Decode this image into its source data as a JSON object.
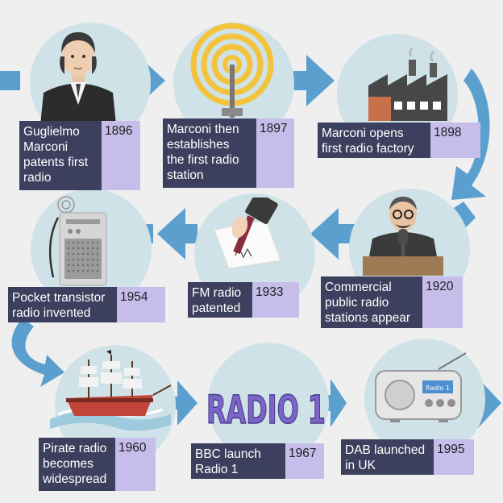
{
  "events": [
    {
      "year": "1896",
      "text": "Guglielmo\nMarconi\npatents first\nradio"
    },
    {
      "year": "1897",
      "text": "Marconi then\nestablishes\nthe first radio\nstation"
    },
    {
      "year": "1898",
      "text": "Marconi opens\nfirst radio factory"
    },
    {
      "year": "1920",
      "text": "Commercial\npublic radio\nstations appear"
    },
    {
      "year": "1933",
      "text": "FM radio\npatented"
    },
    {
      "year": "1954",
      "text": "Pocket transistor\nradio invented"
    },
    {
      "year": "1960",
      "text": "Pirate radio\nbecomes\nwidespread"
    },
    {
      "year": "1967",
      "text": "BBC launch\nRadio 1"
    },
    {
      "year": "1995",
      "text": "DAB launched\nin UK"
    }
  ],
  "icons": {
    "e1896": "marconi-portrait-icon",
    "e1897": "radio-mast-icon",
    "e1898": "factory-icon",
    "e1920": "radio-speaker-icon",
    "e1933": "pen-writing-icon",
    "e1954": "transistor-radio-icon",
    "e1960": "pirate-ship-icon",
    "e1967": "radio-1-logo-icon",
    "e1995": "dab-radio-icon"
  },
  "radio1_logo": "RADIO 1",
  "dab_display": "Radio 1",
  "colors": {
    "background": "#efefef",
    "arrow": "#5b9fcf",
    "circle": "#cfe2e8",
    "label_bg": "#3d3f5e",
    "year_bg": "#c6bdea"
  }
}
